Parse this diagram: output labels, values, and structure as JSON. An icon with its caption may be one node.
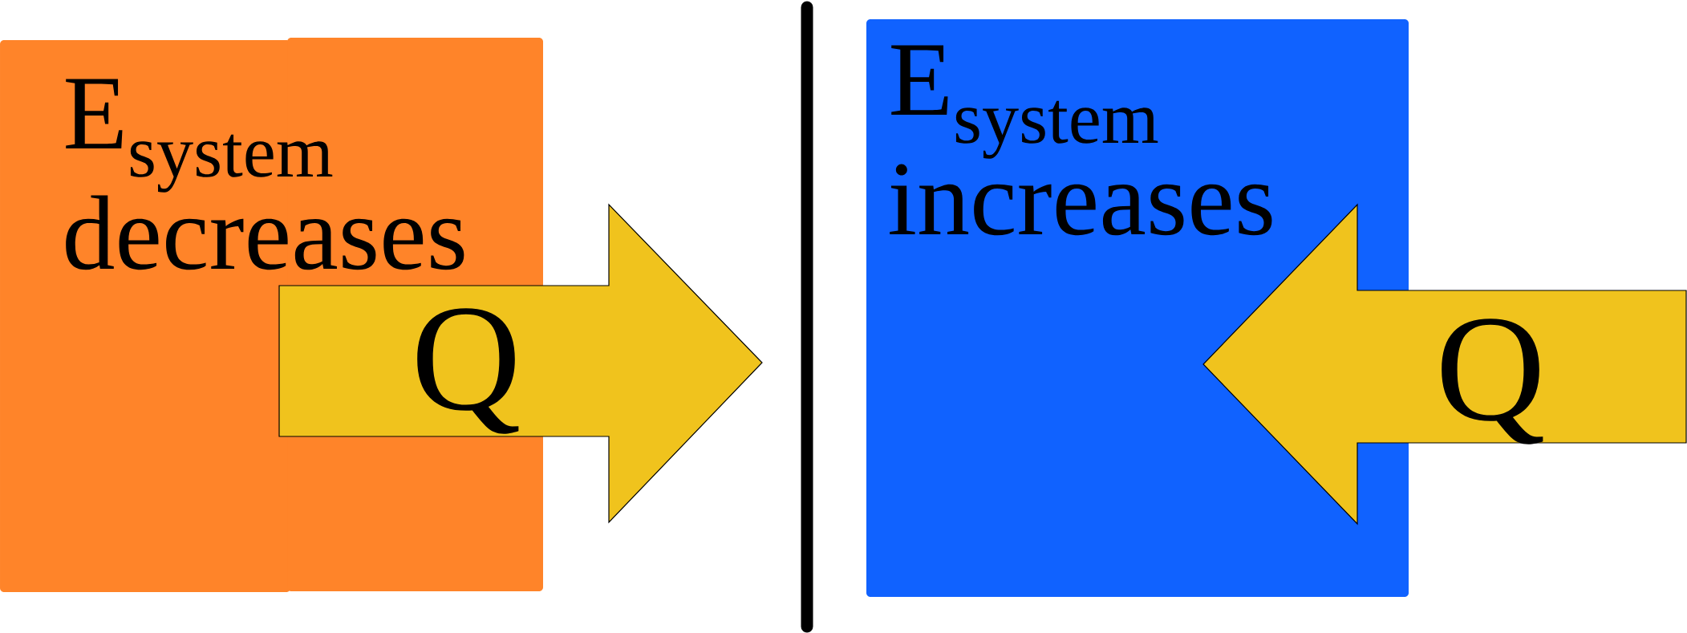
{
  "diagram": {
    "nodes": [
      {
        "text": [
          "E$_{system}$",
          "decreases"
        ]
      },
      {
        "text": [
          "Q"
        ]
      },
      {
        "text": [
          "E$_{system}$",
          "increases"
        ]
      },
      {
        "text": [
          "Q"
        ]
      }
    ]
  }
}
